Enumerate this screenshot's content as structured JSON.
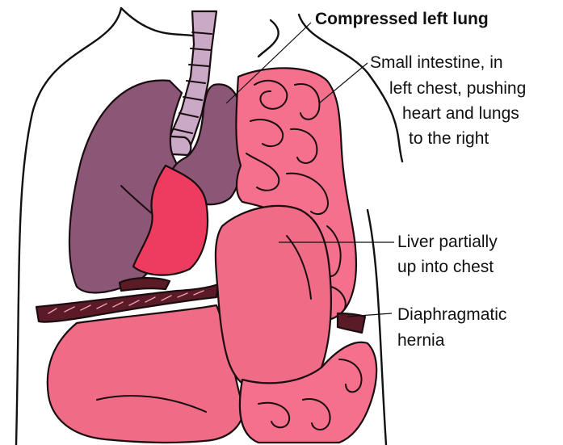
{
  "labels": {
    "compressed_left_lung": "Compressed left lung",
    "small_intestine": [
      "Small intestine, in",
      "left chest, pushing",
      "heart and lungs",
      "to the right"
    ],
    "liver": [
      "Liver partially",
      "up into chest"
    ],
    "diaphragmatic_hernia": [
      "Diaphragmatic",
      "hernia"
    ]
  },
  "colors": {
    "lung": "#8c5677",
    "trachea": "#c9a9c6",
    "heart": "#ee3c60",
    "intestine": "#f4708c",
    "liver": "#ef6b86",
    "diaphragm": "#5a1a26",
    "outline": "#111111"
  }
}
